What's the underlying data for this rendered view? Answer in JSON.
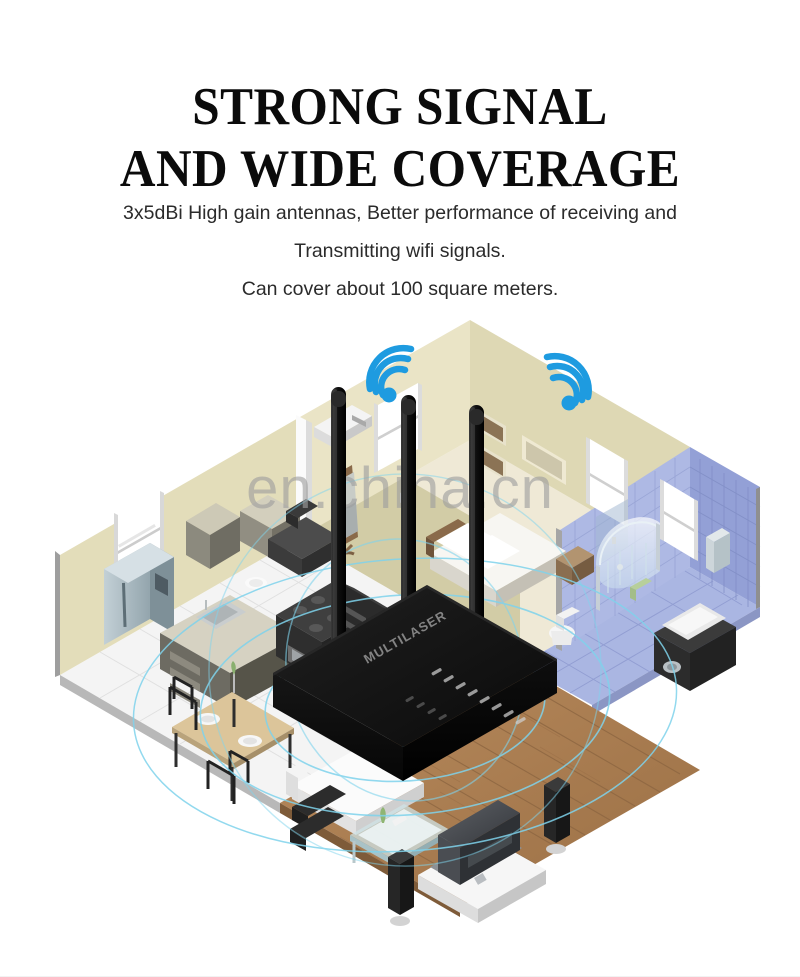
{
  "headline": {
    "line1": "STRONG SIGNAL",
    "line2": "AND WIDE COVERAGE"
  },
  "subcopy": {
    "line1": "3x5dBi High gain antennas, Better performance of receiving and",
    "line2": "Transmitting wifi signals.",
    "line3": "Can cover about 100 square meters."
  },
  "watermark": {
    "text": "en.china.cn"
  },
  "illustration": {
    "alt": "Isometric cutaway apartment with wifi router broadcasting coverage",
    "router": {
      "brand_logo": "MULTILASER",
      "antenna_count": 3,
      "led_count": 8
    },
    "wifi_icons": [
      {
        "name": "wifi-signal-left",
        "arcs": 3
      },
      {
        "name": "wifi-signal-right",
        "arcs": 3
      }
    ],
    "rooms": [
      {
        "name": "kitchen"
      },
      {
        "name": "bedroom"
      },
      {
        "name": "bathroom"
      },
      {
        "name": "living-room"
      }
    ]
  },
  "colors": {
    "headline": "#0b0b0b",
    "body_text": "#2b2b2b",
    "wifi_blue": "#1e9be0",
    "signal_ring": "#7fd3ec",
    "watermark": "#9e9e9e",
    "background": "#ffffff",
    "wall_cream": "#ded8b4",
    "wall_cream_light": "#eae6cd",
    "tile_blue": "#8e9fd4",
    "tile_blue_light": "#b9c4e8",
    "floor_wood": "#a97c52",
    "floor_tile": "#f2f2f2",
    "router_black": "#141414"
  }
}
